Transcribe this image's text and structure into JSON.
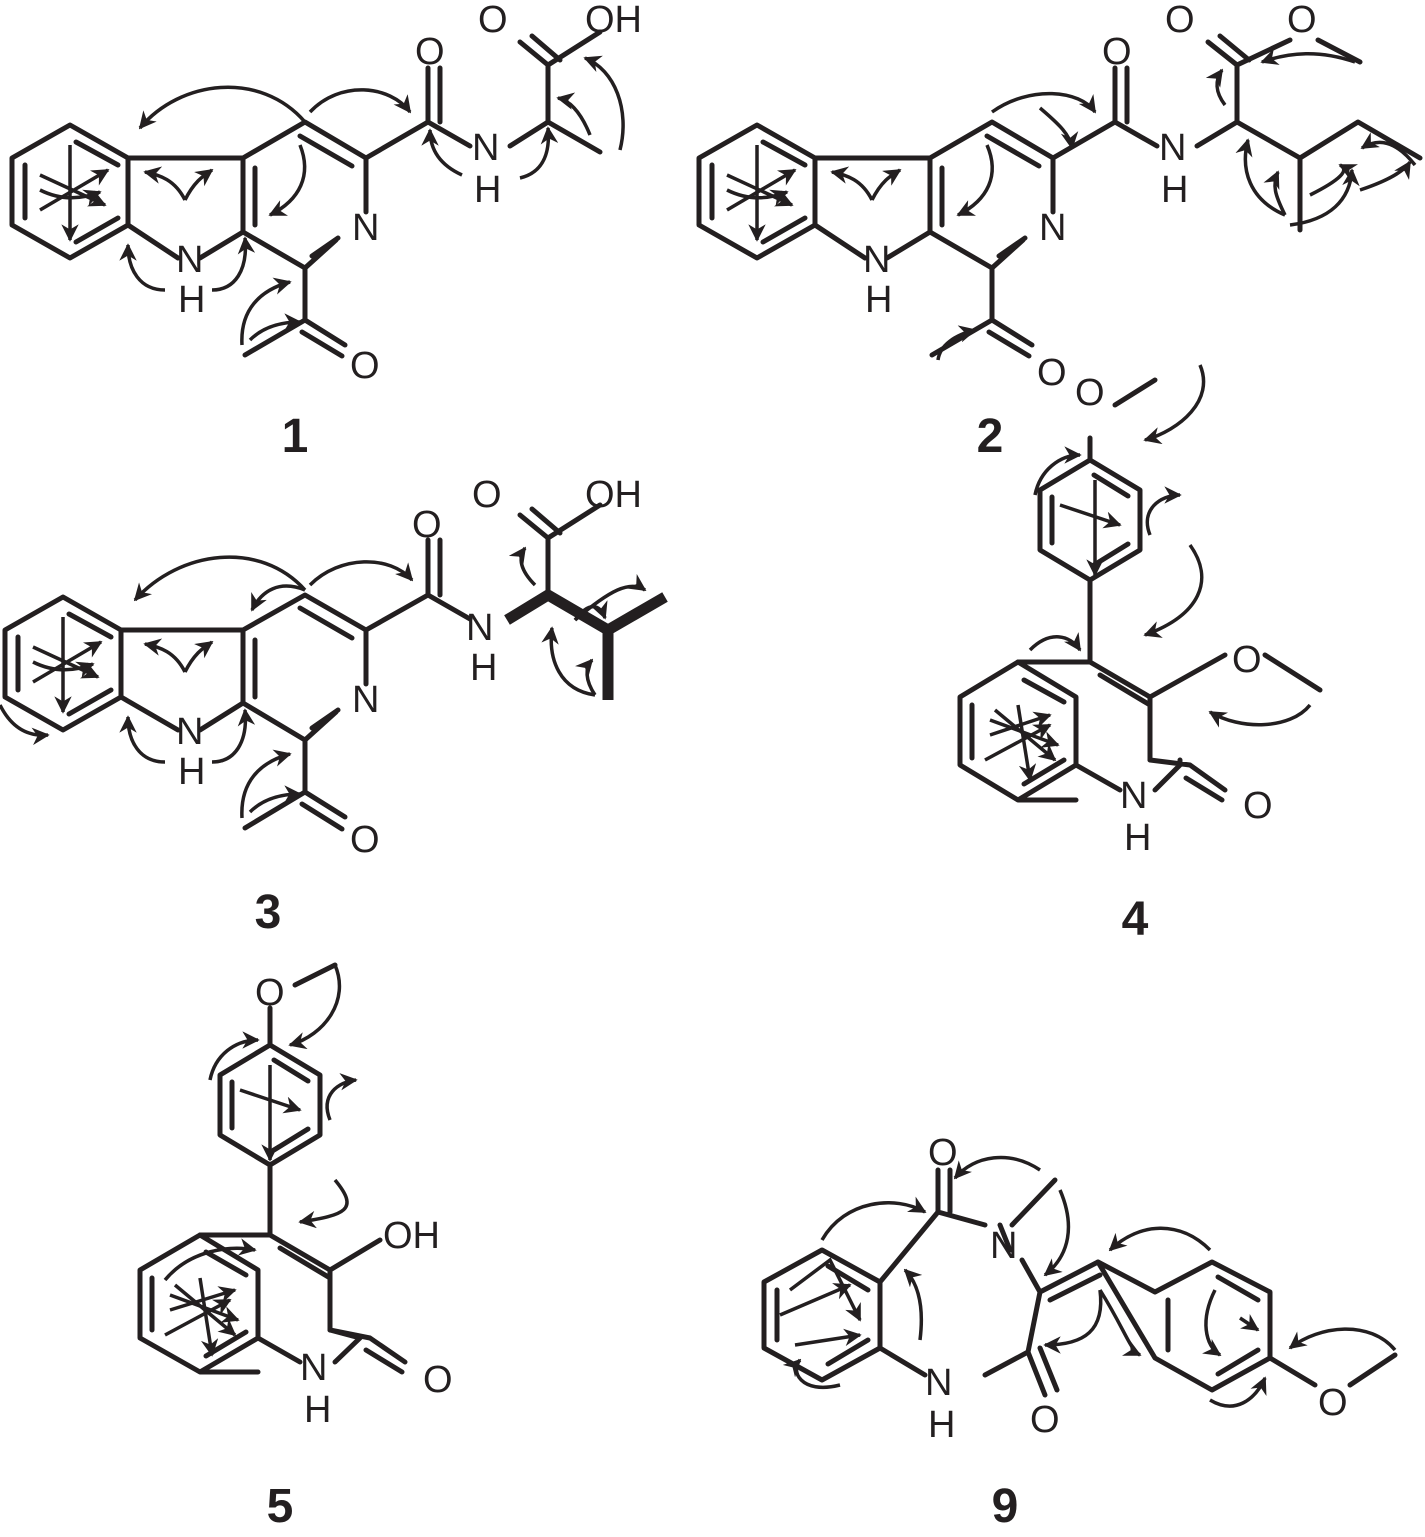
{
  "compounds": [
    {
      "label": "1",
      "atoms": {
        "o1": "O",
        "oh": "OH",
        "o2": "O",
        "nh1": "N",
        "nh2": "H",
        "n": "N",
        "in_n": "N",
        "in_h": "H",
        "o3": "O"
      }
    },
    {
      "label": "2",
      "atoms": {
        "o1": "O",
        "o2": "O",
        "o3": "O",
        "nh1": "N",
        "nh2": "H",
        "n": "N",
        "in_n": "N",
        "in_h": "H",
        "o4": "O"
      }
    },
    {
      "label": "3",
      "atoms": {
        "o1": "O",
        "oh": "OH",
        "o2": "O",
        "nh1": "N",
        "nh2": "H",
        "n": "N",
        "in_n": "N",
        "in_h": "H",
        "o3": "O"
      }
    },
    {
      "label": "4",
      "atoms": {
        "o1": "O",
        "o2": "O",
        "n": "N",
        "h": "H",
        "o3": "O"
      }
    },
    {
      "label": "5",
      "atoms": {
        "o1": "O",
        "oh": "OH",
        "n": "N",
        "h": "H",
        "o3": "O"
      }
    },
    {
      "label": "9",
      "atoms": {
        "o1": "O",
        "n1": "N",
        "nh_n": "N",
        "nh_h": "H",
        "o2": "O",
        "o3": "O"
      }
    }
  ],
  "colors": {
    "ink": "#231f20",
    "background": "#ffffff"
  }
}
